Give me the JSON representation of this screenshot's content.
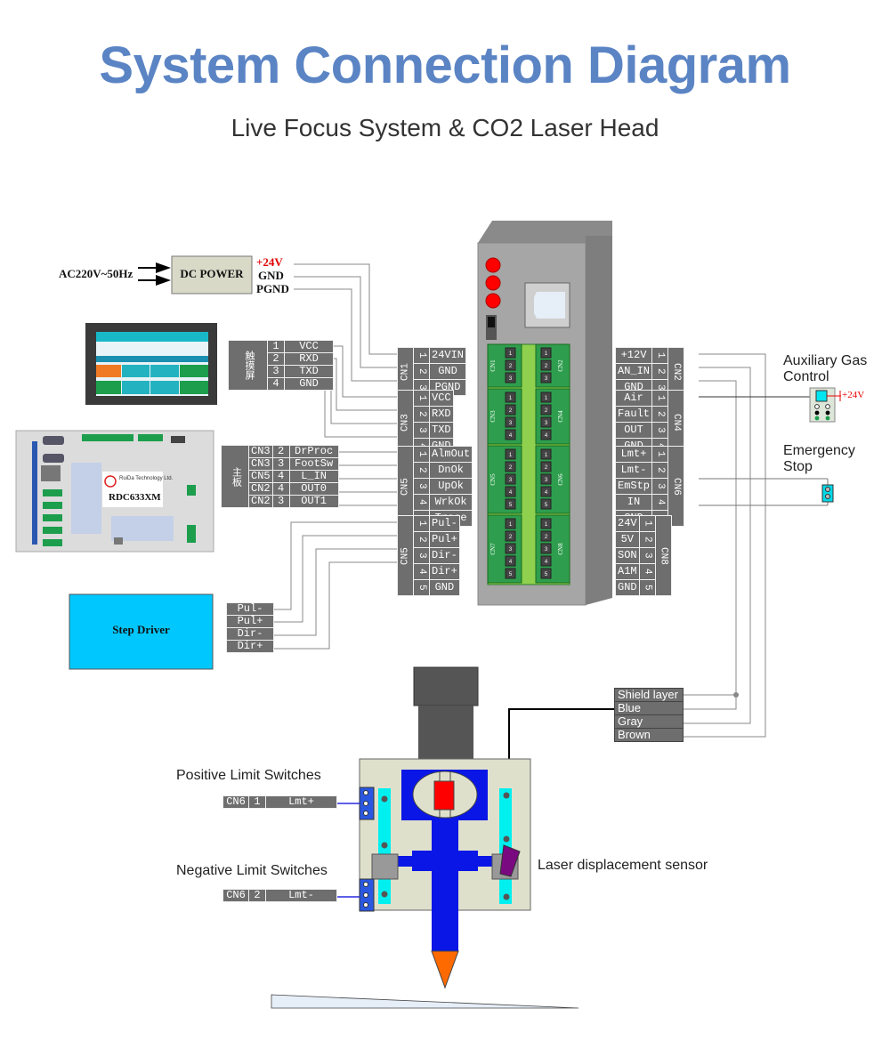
{
  "header": {
    "title": "System Connection Diagram",
    "subtitle": "Live Focus System & CO2 Laser Head"
  },
  "power": {
    "input_label": "AC220V~50Hz",
    "box_label": "DC POWER",
    "outputs": [
      "+24V",
      "GND",
      "PGND"
    ],
    "output_colors": [
      "#e00000",
      "#111111",
      "#111111"
    ]
  },
  "touch_screen": {
    "group_label": "触摸屏",
    "rows": [
      {
        "num": "1",
        "signal": "VCC"
      },
      {
        "num": "2",
        "signal": "RXD"
      },
      {
        "num": "3",
        "signal": "TXD"
      },
      {
        "num": "4",
        "signal": "GND"
      }
    ]
  },
  "main_board": {
    "model": "RDC633XM",
    "company": "RuiDa Technology Ltd.",
    "group_label": "主板",
    "rows": [
      {
        "cn": "CN3",
        "num": "2",
        "signal": "DrProc"
      },
      {
        "cn": "CN3",
        "num": "3",
        "signal": "FootSw"
      },
      {
        "cn": "CN5",
        "num": "4",
        "signal": "L_IN"
      },
      {
        "cn": "CN2",
        "num": "4",
        "signal": "OUT0"
      },
      {
        "cn": "CN2",
        "num": "3",
        "signal": "OUT1"
      }
    ]
  },
  "step_driver": {
    "label": "Step Driver",
    "pins": [
      "Pul-",
      "Pul+",
      "Dir-",
      "Dir+"
    ]
  },
  "controller_left": [
    {
      "name": "CN1",
      "pins": [
        "24VIN",
        "GND",
        "PGND"
      ]
    },
    {
      "name": "CN3",
      "pins": [
        "VCC",
        "RXD",
        "TXD",
        "GND"
      ]
    },
    {
      "name": "CN5",
      "pins": [
        "AlmOut",
        "DnOk",
        "UpOk",
        "WrkOk",
        "Trace"
      ]
    },
    {
      "name": "CN5",
      "pins": [
        "Pul-",
        "Pul+",
        "Dir-",
        "Dir+",
        "GND"
      ]
    }
  ],
  "controller_right": [
    {
      "name": "CN2",
      "pins": [
        "+12V",
        "AN_IN",
        "GND"
      ]
    },
    {
      "name": "CN4",
      "pins": [
        "Air",
        "Fault",
        "OUT",
        "GND"
      ]
    },
    {
      "name": "CN6",
      "pins": [
        "Lmt+",
        "Lmt-",
        "EmStp",
        "IN",
        "GND"
      ]
    },
    {
      "name": "CN8",
      "pins": [
        "24V",
        "5V",
        "SON",
        "A1M",
        "GND"
      ]
    }
  ],
  "controller_blocks": {
    "left_names": [
      "CN1",
      "CN3",
      "CN5",
      "CN7"
    ],
    "right_names": [
      "CN2",
      "CN4",
      "CN6",
      "CN8"
    ],
    "pin_counts": [
      3,
      4,
      5,
      5
    ]
  },
  "aux_gas": {
    "label_line1": "Auxiliary Gas",
    "label_line2": "Control",
    "voltage": "+24V"
  },
  "emergency": {
    "label_line1": "Emergency",
    "label_line2": "Stop"
  },
  "sensor_cable": {
    "wires": [
      "Shield layer",
      "Blue",
      "Gray",
      "Brown"
    ]
  },
  "limit_switches": {
    "positive_label": "Positive Limit Switches",
    "negative_label": "Negative  Limit Switches",
    "positive_row": {
      "cn": "CN6",
      "num": "1",
      "signal": "Lmt+"
    },
    "negative_row": {
      "cn": "CN6",
      "num": "2",
      "signal": "Lmt-"
    }
  },
  "laser_sensor_label": "Laser displacement sensor",
  "colors": {
    "title": "#5b84c4",
    "terminal_green": "#2e9e4e",
    "terminal_light": "#8fd14f",
    "head_blue": "#0a16e6",
    "rail_cyan": "#00f0f0",
    "step_driver": "#00c8ff",
    "led_red": "#ff0000",
    "nozzle": "#ff6a00",
    "sensor_purple": "#7a0a80"
  }
}
